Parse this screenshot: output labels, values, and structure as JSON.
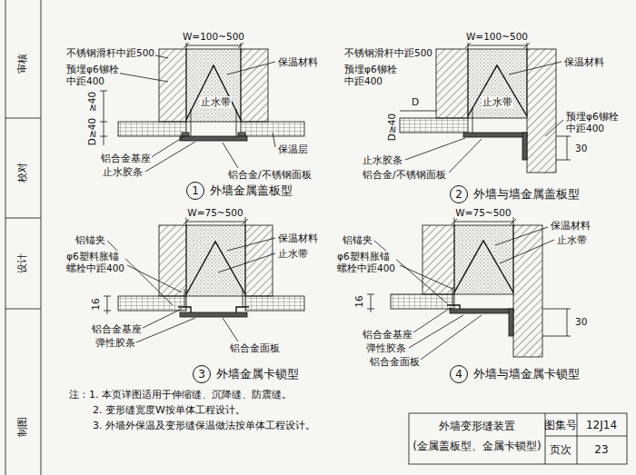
{
  "diagram": {
    "nodes": [
      {
        "text": [
          "1",
          "外墙金属盖板型"
        ]
      },
      {
        "text": [
          "2",
          "外墙与墙金属盖板型"
        ]
      },
      {
        "text": [
          "3",
          "外墙金属卡锁型"
        ]
      },
      {
        "text": [
          "4",
          "外墙与墙金属卡锁型"
        ]
      }
    ],
    "labels": [
      "W=100~500",
      "不锈钢滑杆中距500",
      "预埋φ6铆栓 中距400",
      "保温材料",
      "止水带",
      "D≥40",
      "≥40",
      "保温层",
      "铝合金基座",
      "止水胶条",
      "铝合金/不锈钢面板",
      "W=100~500",
      "不锈钢滑杆中距500",
      "预埋φ6铆栓 中距400",
      "保温材料",
      "D",
      "D≥40",
      "止水带",
      "预埋φ6铆栓 中距400",
      "30",
      "止水胶条",
      "铝合金/不锈钢面板",
      "W=75~500",
      "铝锚夹",
      "φ6塑料胀锚 螺栓中距400",
      "保温材料",
      "止水带",
      "16",
      "铝合金基座",
      "弹性胶条",
      "铝合金面板",
      "W=75~500",
      "保温材料",
      "止水带",
      "铝锚夹",
      "φ6塑料胀锚 螺栓中距400",
      "16",
      "铝合金基座",
      "弹性胶条",
      "铝合金面板",
      "30",
      "注：1. 本页详图适用于伸缩缝、沉降缝、防震缝。",
      "2. 变形缝宽度W按单体工程设计。",
      "3. 外墙外保温及变形缝保温做法按单体工程设计。",
      "外墙变形缝装置",
      "(金属盖板型、金属卡锁型)",
      "图集号",
      "12J14",
      "页次",
      "23",
      "审核",
      "校对",
      "设计",
      "制图"
    ]
  }
}
